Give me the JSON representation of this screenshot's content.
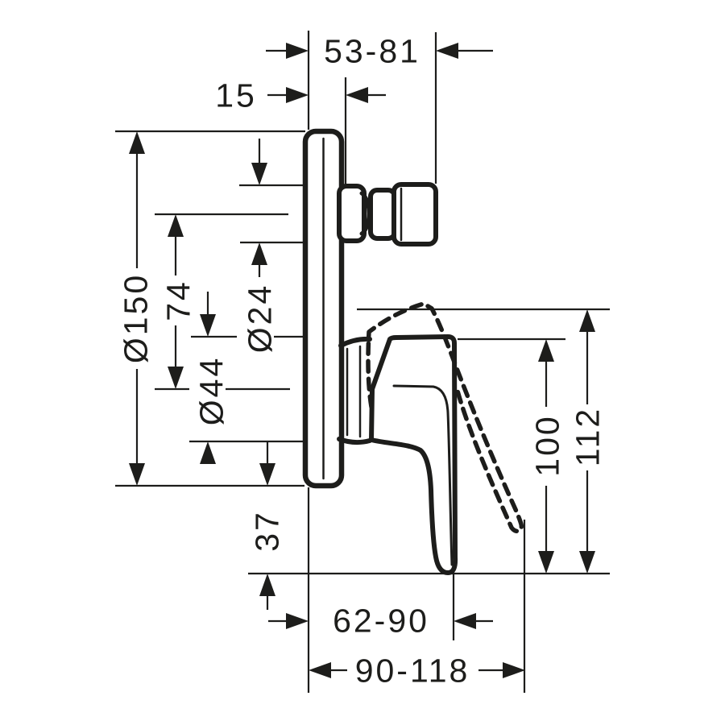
{
  "colors": {
    "ink": "#1d1d1b",
    "background": "#ffffff"
  },
  "dimensions": {
    "depth_range_top": {
      "label": "53-81"
    },
    "wall_offset": {
      "label": "15"
    },
    "plate_diameter": {
      "label": "Ø150"
    },
    "center_spacing_74": {
      "label": "74"
    },
    "diameter_24": {
      "label": "Ø24"
    },
    "diameter_44": {
      "label": "Ø44"
    },
    "bottom_offset_37": {
      "label": "37"
    },
    "lever_height_100": {
      "label": "100"
    },
    "lever_height_112": {
      "label": "112"
    },
    "depth_range_62_90": {
      "label": "62-90"
    },
    "depth_range_90_118": {
      "label": "90-118"
    }
  }
}
